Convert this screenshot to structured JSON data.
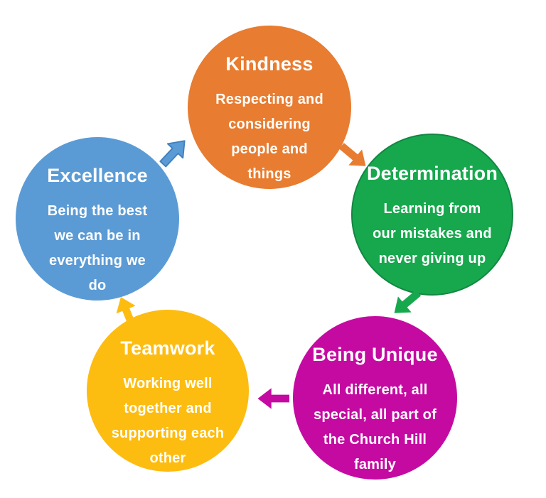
{
  "page": {
    "background_color": "#FFFFFF"
  },
  "values_cycle": {
    "circles": [
      {
        "id": "kindness",
        "title": "Kindness",
        "body": "Respecting and\nconsidering\npeople and\nthings",
        "color": "#E87C30",
        "text_color": "#FFFFFF"
      },
      {
        "id": "determination",
        "title": "Determination",
        "body": "Learning from\nour mistakes and\nnever giving up",
        "color": "#17A84E",
        "outline_color": "#128742",
        "text_color": "#FFFFFF"
      },
      {
        "id": "being-unique",
        "title": "Being Unique",
        "body": "All different, all\nspecial, all part of\nthe Church Hill\nfamily",
        "color": "#C50AA2",
        "text_color": "#FFFFFF"
      },
      {
        "id": "teamwork",
        "title": "Teamwork",
        "body": "Working well\ntogether and\nsupporting each\nother",
        "color": "#FDBC10",
        "text_color": "#FFFFFF"
      },
      {
        "id": "excellence",
        "title": "Excellence",
        "body": "Being the best\nwe can be in\neverything we\ndo",
        "color": "#5B9BD5",
        "text_color": "#FFFFFF"
      }
    ],
    "arrows": [
      {
        "name": "kindness-to-determination",
        "color": "#E87C30"
      },
      {
        "name": "determination-to-being-unique",
        "color": "#17A84E"
      },
      {
        "name": "being-unique-to-teamwork",
        "color": "#C50AA2"
      },
      {
        "name": "teamwork-to-excellence",
        "color": "#FDBC10"
      },
      {
        "name": "excellence-to-kindness",
        "color": "#5B9BD5",
        "outline_color": "#4180BE"
      }
    ]
  }
}
